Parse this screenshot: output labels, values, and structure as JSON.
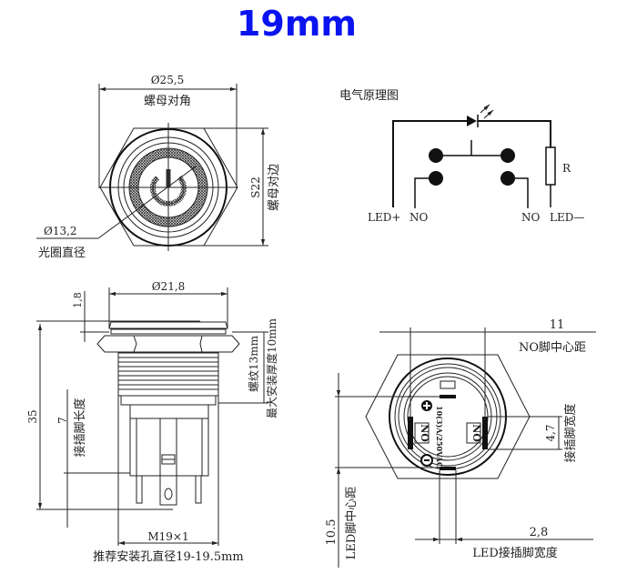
{
  "title": "19mm",
  "colors": {
    "title": "#0a14f0",
    "line": "#222222",
    "background": "#ffffff"
  },
  "top_view": {
    "nut_diagonal_value": "Ø25,5",
    "nut_diagonal_label": "螺母对角",
    "nut_flat_value": "S22",
    "nut_flat_label": "螺母对边",
    "ring_diameter_value": "Ø13,2",
    "ring_diameter_label": "光圈直径",
    "icon": "power-icon"
  },
  "schematic": {
    "title": "电气原理图",
    "labels": {
      "led_plus": "LED+",
      "no_left": "NO",
      "no_right": "NO",
      "led_minus": "LED—",
      "resistor": "R"
    }
  },
  "side_view": {
    "head_diameter": "Ø21,8",
    "head_height": "1,8",
    "total_length": "35",
    "pin_length_value": "7",
    "pin_length_label": "接插脚长度",
    "thread_length": "螺纹13mm",
    "max_panel": "最大安装厚度10mm",
    "thread_spec": "M19×1",
    "hole_recommend": "推荐安装孔直径19-19.5mm"
  },
  "bottom_view": {
    "no_pitch_value": "11",
    "no_pitch_label": "NO脚中心距",
    "pin_width_value": "4,7",
    "pin_width_label": "接插脚宽度",
    "led_pitch_value": "10.5",
    "led_pitch_label": "LED脚中心距",
    "led_pin_width_value": "2,8",
    "led_pin_width_label": "LED接插脚宽度",
    "rating": "10(3)A/250VAC",
    "pin_mark_left": "NO",
    "pin_mark_right": "NO",
    "plus": "+",
    "minus": "−"
  }
}
